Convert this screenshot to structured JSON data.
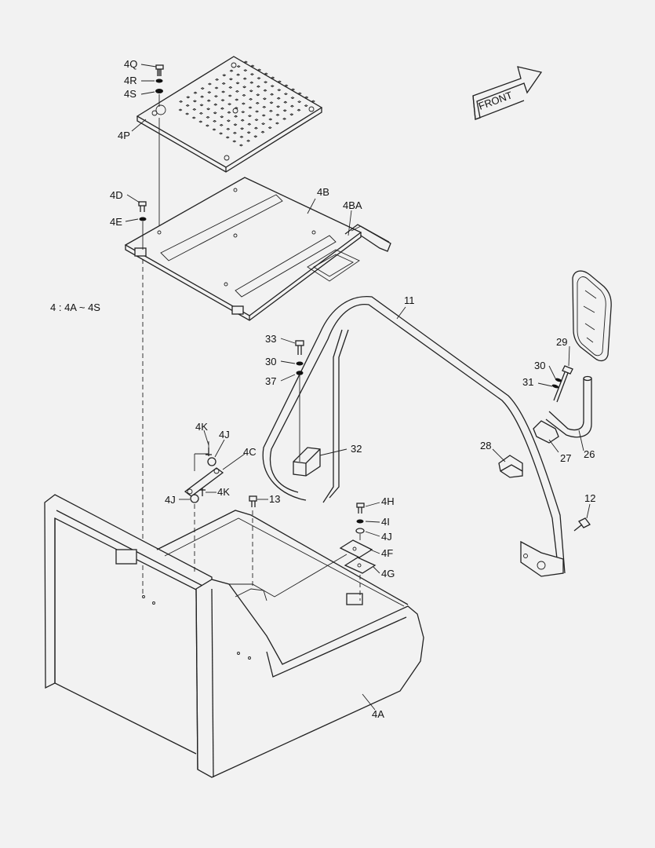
{
  "arrow": {
    "text": "FRONT"
  },
  "note": "4 : 4A ~ 4S",
  "callouts": {
    "c4Q": "4Q",
    "c4R": "4R",
    "c4S": "4S",
    "c4P": "4P",
    "c4D": "4D",
    "c4E": "4E",
    "c4B": "4B",
    "c4BA": "4BA",
    "c11": "11",
    "c33": "33",
    "c30a": "30",
    "c37": "37",
    "c32": "32",
    "c29": "29",
    "c30b": "30",
    "c31": "31",
    "c28": "28",
    "c27": "27",
    "c26": "26",
    "c4K1": "4K",
    "c4J1": "4J",
    "c4C": "4C",
    "c4J2": "4J",
    "c4K2": "4K",
    "c13": "13",
    "c4H": "4H",
    "c4I": "4I",
    "c4J3": "4J",
    "c4F": "4F",
    "c4G": "4G",
    "c12": "12",
    "c4A": "4A"
  }
}
